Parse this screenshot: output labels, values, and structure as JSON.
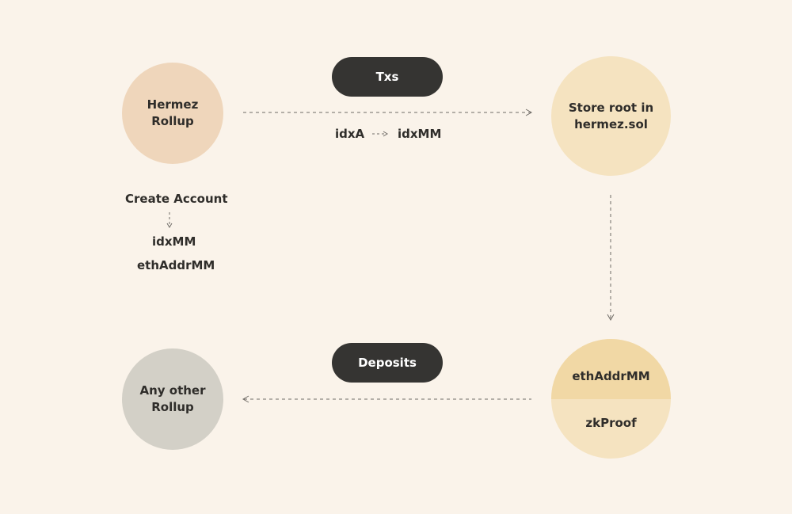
{
  "nodes": {
    "hermez": {
      "line1": "Hermez",
      "line2": "Rollup"
    },
    "store": {
      "line1": "Store root in",
      "line2": "hermez.sol"
    },
    "other": {
      "line1": "Any other",
      "line2": "Rollup"
    },
    "proof": {
      "top": "ethAddrMM",
      "bottom": "zkProof"
    }
  },
  "pills": {
    "txs": "Txs",
    "deposits": "Deposits"
  },
  "labels": {
    "idx_from": "idxA",
    "idx_to": "idxMM",
    "create_account": "Create Account",
    "new_idx": "idxMM",
    "new_eth_addr": "ethAddrMM"
  },
  "colors": {
    "background": "#faf3ea",
    "hermez_node": "#efd6bb",
    "store_node": "#f5e3c0",
    "other_node": "#d3d0c7",
    "pill": "#353432",
    "arrow": "#6f6b66"
  }
}
